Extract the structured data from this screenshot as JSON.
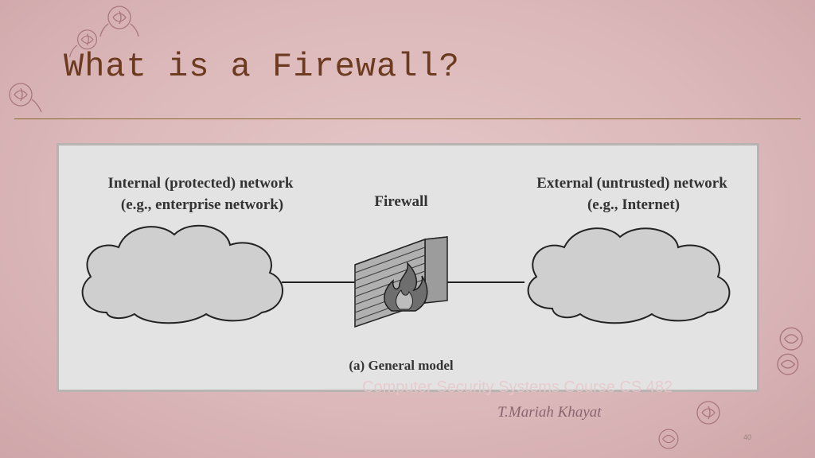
{
  "slide": {
    "title": "What is a Firewall?",
    "page_number": "40",
    "footer_watermark": "Computer Security Systems Course CS 482",
    "author": "T.Mariah Khayat"
  },
  "diagram": {
    "internal_label_line1": "Internal (protected) network",
    "internal_label_line2": "(e.g., enterprise network)",
    "firewall_label": "Firewall",
    "external_label_line1": "External (untrusted) network",
    "external_label_line2": "(e.g., Internet)",
    "caption": "(a) General model"
  },
  "colors": {
    "background": "#dcb8bb",
    "title": "#6b3a1f",
    "panel": "#e3e3e3",
    "cloud_fill": "#cfcfcf",
    "wall": "#a8a8a8"
  },
  "icons": [
    "rose-ornament-icon",
    "cloud-icon",
    "brick-wall-icon",
    "flame-icon"
  ]
}
